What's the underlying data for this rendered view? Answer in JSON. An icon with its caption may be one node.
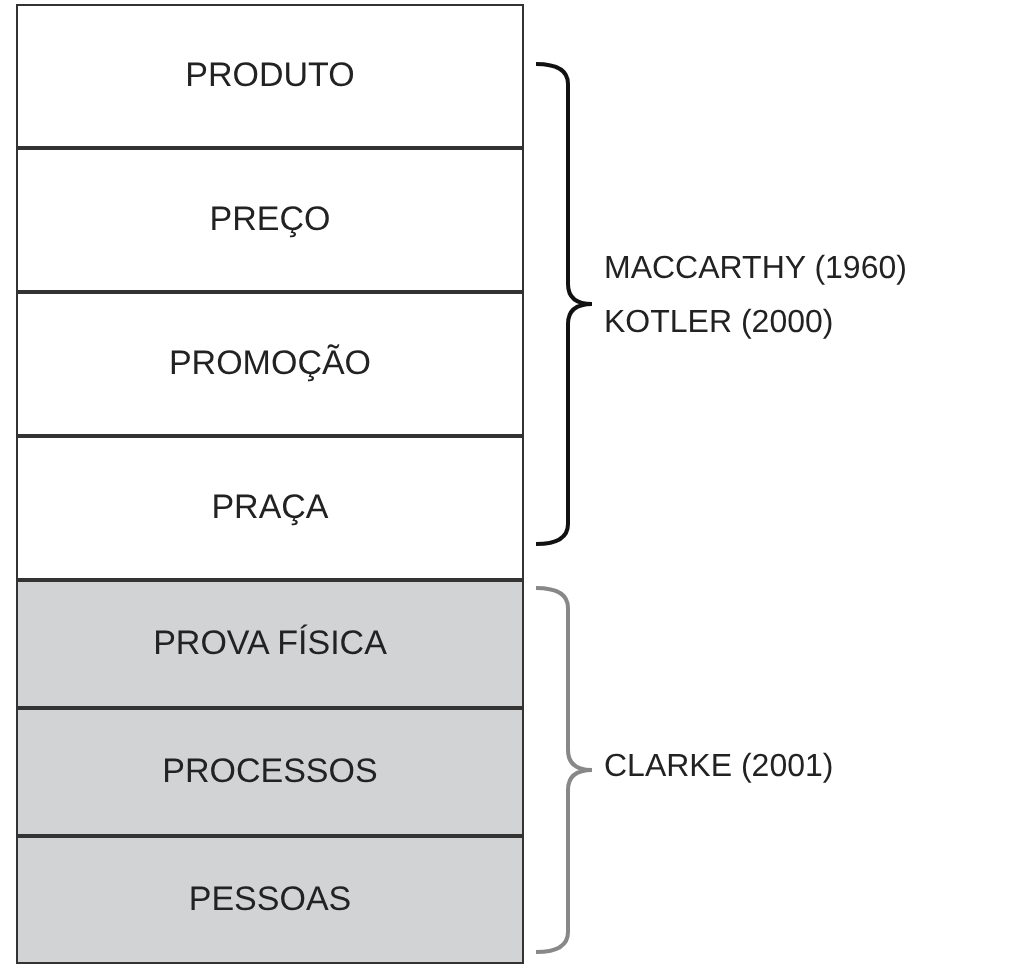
{
  "diagram": {
    "nodes": [
      {
        "text": [
          "PRODUTO"
        ]
      },
      {
        "text": [
          "PREÇO"
        ]
      },
      {
        "text": [
          "PROMOÇÃO"
        ]
      },
      {
        "text": [
          "PRAÇA"
        ]
      },
      {
        "text": [
          "PROVA FÍSICA"
        ]
      },
      {
        "text": [
          "PROCESSOS"
        ]
      },
      {
        "text": [
          "PESSOAS"
        ]
      }
    ],
    "edges": [],
    "labels": [
      "MACCARTHY (1960)",
      "KOTLER (2000)",
      "CLARKE (2001)"
    ]
  }
}
